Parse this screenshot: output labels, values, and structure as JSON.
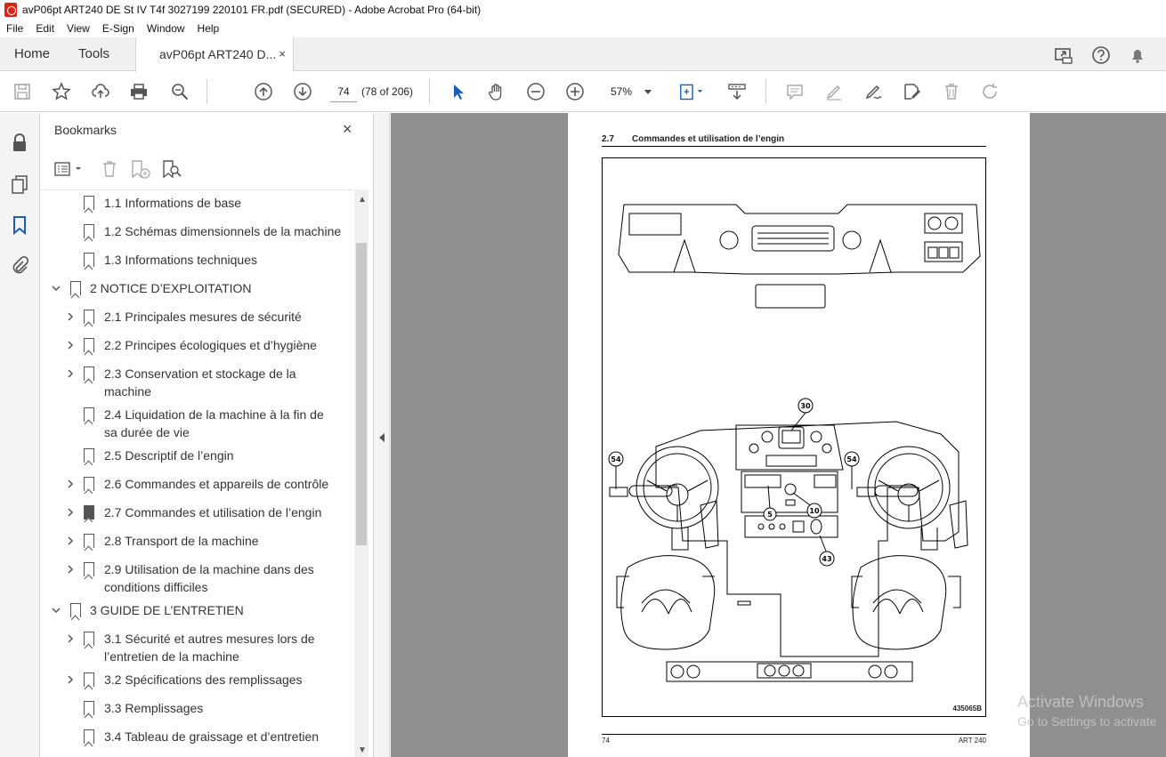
{
  "window": {
    "title": "avP06pt ART240 DE St IV T4f 3027199 220101 FR.pdf (SECURED) - Adobe Acrobat Pro (64-bit)"
  },
  "menu": [
    "File",
    "Edit",
    "View",
    "E-Sign",
    "Window",
    "Help"
  ],
  "tabs": {
    "home": "Home",
    "tools": "Tools",
    "document": "avP06pt ART240 D...",
    "close": "×"
  },
  "toolbar": {
    "page_number": "74",
    "page_count": "(78 of 206)",
    "zoom": "57%"
  },
  "bookmarks": {
    "title": "Bookmarks",
    "close": "×",
    "items": [
      {
        "label": "1.1 Informations de base"
      },
      {
        "label": "1.2 Schémas dimensionnels de la machine"
      },
      {
        "label": "1.3 Informations techniques"
      },
      {
        "label": "2 NOTICE D’EXPLOITATION"
      },
      {
        "label": "2.1 Principales mesures de sécurité"
      },
      {
        "label": "2.2 Principes écologiques et d’hygiène"
      },
      {
        "label": "2.3 Conservation et stockage de la"
      },
      {
        "label": "machine"
      },
      {
        "label": "2.4 Liquidation de la machine à la fin de"
      },
      {
        "label": "sa durée de vie"
      },
      {
        "label": "2.5 Descriptif de l’engin"
      },
      {
        "label": "2.6 Commandes et appareils de contrôle"
      },
      {
        "label": "2.7 Commandes et utilisation de l’engin"
      },
      {
        "label": "2.8 Transport de la machine"
      },
      {
        "label": "2.9 Utilisation de la machine dans des"
      },
      {
        "label": "conditions difficiles"
      },
      {
        "label": "3 GUIDE DE L’ENTRETIEN"
      },
      {
        "label": "3.1 Sécurité et autres mesures lors de"
      },
      {
        "label": "l’entretien de la machine"
      },
      {
        "label": "3.2 Spécifications des remplissages"
      },
      {
        "label": "3.3 Remplissages"
      },
      {
        "label": "3.4 Tableau de graissage et d’entretien"
      }
    ]
  },
  "document": {
    "section_number": "2.7",
    "section_title": "Commandes et utilisation de l’engin",
    "callouts": {
      "c30": "30",
      "c54a": "54",
      "c54b": "54",
      "c5": "5",
      "c10": "10",
      "c43": "43"
    },
    "figure_id": "435065B",
    "footer_page": "74",
    "footer_model": "ART 240"
  },
  "watermark": {
    "line1": "Activate Windows",
    "line2": "Go to Settings to activate"
  }
}
